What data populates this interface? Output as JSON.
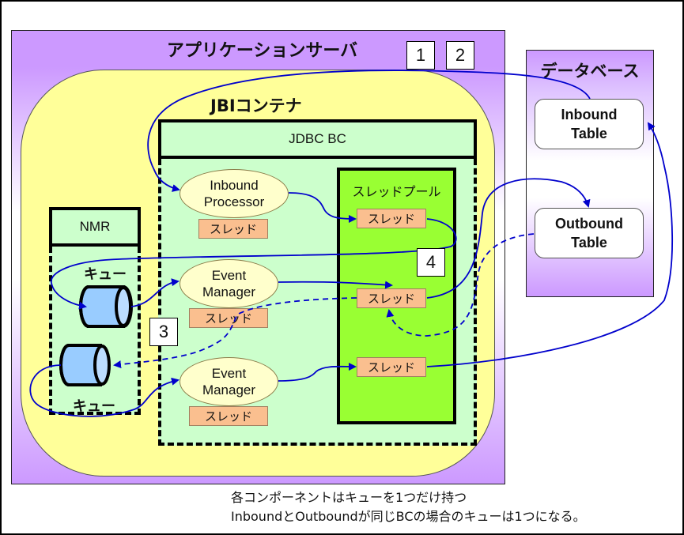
{
  "app_server": {
    "title": "アプリケーションサーバ"
  },
  "jbi_container": {
    "title": "JBIコンテナ"
  },
  "jdbc_bc": {
    "title": "JDBC BC",
    "inbound_processor": {
      "line1": "Inbound",
      "line2": "Processor",
      "thread": "スレッド"
    },
    "event_manager_1": {
      "line1": "Event",
      "line2": "Manager",
      "thread": "スレッド"
    },
    "event_manager_2": {
      "line1": "Event",
      "line2": "Manager",
      "thread": "スレッド"
    },
    "thread_pool": {
      "title": "スレッドプール",
      "threads": [
        "スレッド",
        "スレッド",
        "スレッド"
      ]
    }
  },
  "nmr": {
    "title": "NMR",
    "queues": [
      {
        "label": "キュー"
      },
      {
        "label": "キュー"
      }
    ]
  },
  "database": {
    "title": "データベース",
    "tables": [
      {
        "line1": "Inbound",
        "line2": "Table"
      },
      {
        "line1": "Outbound",
        "line2": "Table"
      }
    ]
  },
  "markers": [
    "1",
    "2",
    "3",
    "4"
  ],
  "caption": {
    "line1": "各コンポーネントはキューを1つだけ持つ",
    "line2": "InboundとOutboundが同じBCの場合のキューは1つになる。"
  },
  "colors": {
    "arrow": "#0000cc",
    "app_server": "#cc99ff",
    "jbi_container": "#ffff99",
    "bc": "#ccffcc",
    "thread_pool": "#99ff33",
    "thread": "#fabf8f",
    "queue": "#99ccff"
  }
}
